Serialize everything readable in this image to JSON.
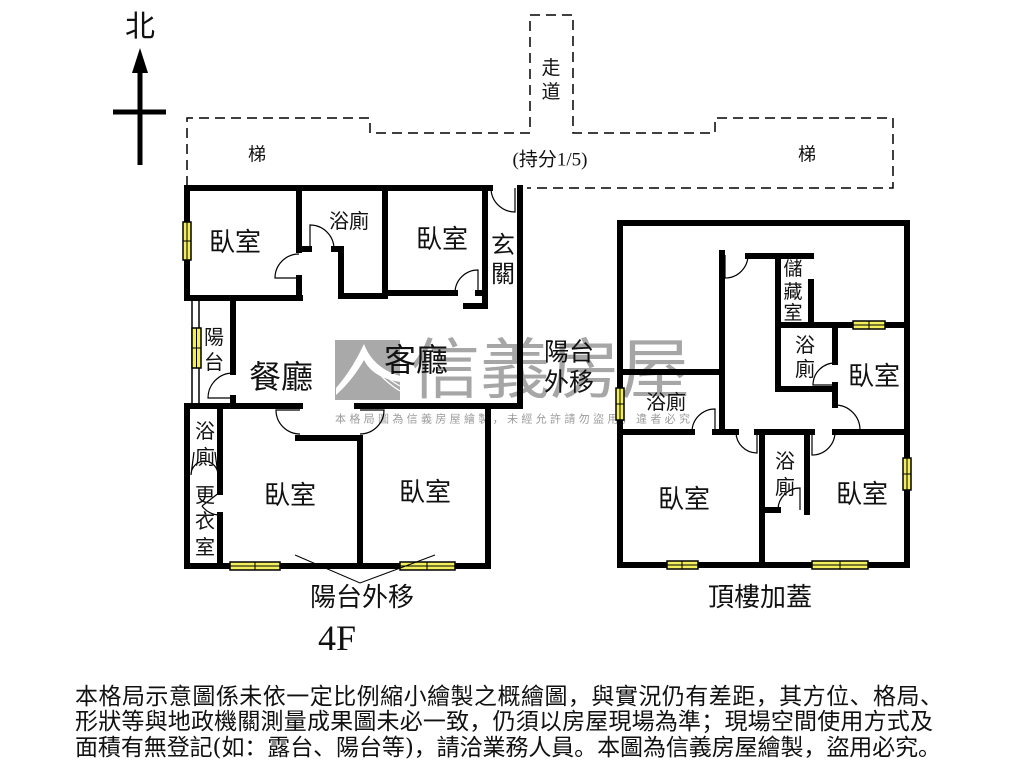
{
  "compass": {
    "label": "北"
  },
  "common_area": {
    "stair_left": "梯",
    "stair_right": "梯",
    "corridor": [
      "走",
      "道"
    ],
    "share_note": "(持分1/5)"
  },
  "floor_4f": {
    "floor_label": "4F",
    "rooms": {
      "bedroom_nw": "臥室",
      "bath_n": "浴廁",
      "bedroom_ne": "臥室",
      "entrance": [
        "玄",
        "關"
      ],
      "balcony": [
        "陽",
        "台"
      ],
      "dining": "餐廳",
      "living": "客廳",
      "bath_closet": [
        "浴",
        "廁",
        "更",
        "衣",
        "室"
      ],
      "bedroom_sw": "臥室",
      "bedroom_se": "臥室"
    },
    "balcony_moved_south": "陽台外移",
    "balcony_moved_east": [
      "陽台",
      "外移"
    ]
  },
  "rooftop": {
    "label": "頂樓加蓋",
    "rooms": {
      "storage": [
        "儲",
        "藏",
        "室"
      ],
      "bath_ne": [
        "浴",
        "廁"
      ],
      "bedroom_e": "臥室",
      "bath_w": "浴廁",
      "bedroom_sw": "臥室",
      "bath_s": [
        "浴",
        "廁"
      ],
      "bedroom_se": "臥室"
    }
  },
  "watermark": {
    "brand": "信義房屋",
    "notice": "本格局圖為信義房屋繪製，未經允許請勿盜用，違者必究",
    "color": "#a6a6a6"
  },
  "disclaimer": {
    "lines": [
      "本格局示意圖係未依一定比例縮小繪製之概繪圖，與實況仍有差距，其方位、格局、",
      "形狀等與地政機關測量成果圖未必一致，仍須以房屋現場為準；現場空間使用方式及",
      "面積有無登記(如：露台、陽台等)，請洽業務人員。本圖為信義房屋繪製，盜用必究。"
    ]
  },
  "colors": {
    "wall": "#000000",
    "window": "#f2ee5c",
    "watermark": "#a6a6a6",
    "background": "#ffffff"
  }
}
